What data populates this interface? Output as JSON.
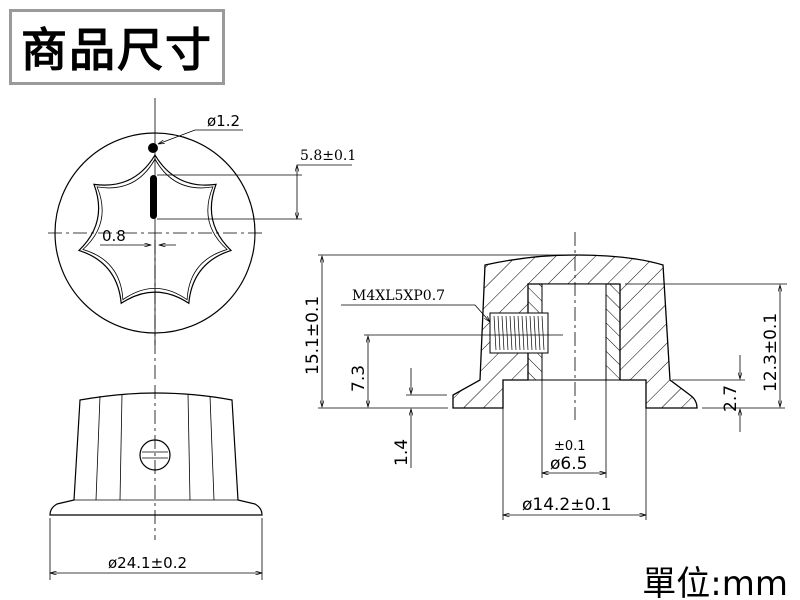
{
  "title": "商品尺寸",
  "unit": "單位:mm",
  "top_view": {
    "hole_dia": "ø1.2",
    "slot_length": "5.8±0.1",
    "slot_width": "0.8"
  },
  "side_view": {
    "outer_dia": "ø24.1±0.2"
  },
  "section_view": {
    "thread": "M4XL5XP0.7",
    "total_height": "15.1±0.1",
    "screw_height": "7.3",
    "flange_thickness": "1.4",
    "bore_depth": "12.3±0.1",
    "recess_depth": "2.7",
    "bore_dia": "ø6.5",
    "bore_tol": "±0.1",
    "recess_dia": "ø14.2±0.1"
  }
}
